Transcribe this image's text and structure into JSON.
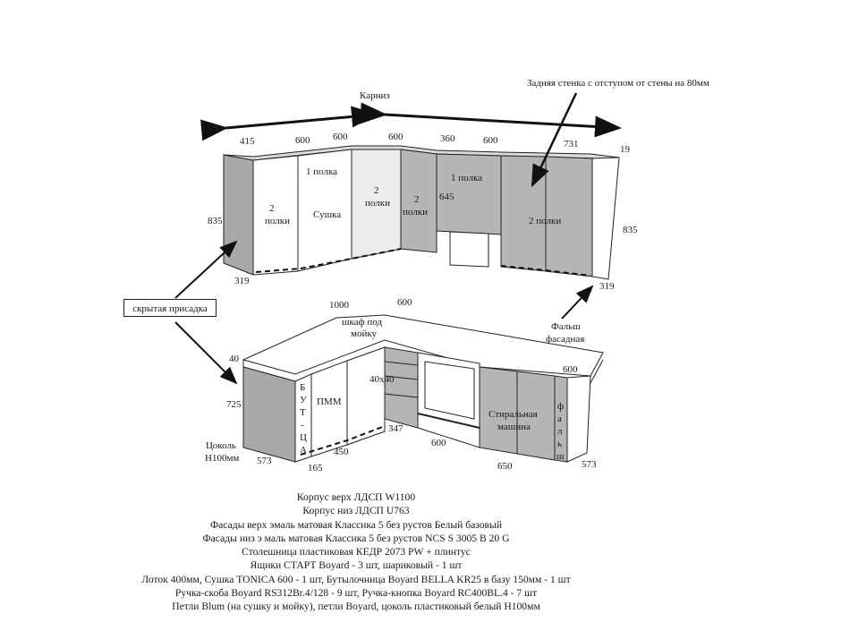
{
  "labels": {
    "cornice": "Карниз",
    "back_wall": "Задняя стенка с отступом от стены на 80мм",
    "hidden_mount": "скрытая присадка",
    "false_facade": [
      "Фальш",
      "фасадная"
    ],
    "plinth": [
      "Цоколь",
      "Н100мм"
    ],
    "upper": {
      "two_shelves_left": [
        "2",
        "полки"
      ],
      "one_shelf_dryer": "1 полка",
      "dryer": "Сушка",
      "two_shelves_corner": [
        "2",
        "полки"
      ],
      "two_shelves_mid": [
        "2",
        "полки"
      ],
      "one_shelf_right": "1 полка",
      "two_shelves_right": "2 полки"
    },
    "lower": {
      "sink_cabinet": [
        "шкаф под",
        "мойку"
      ],
      "bottle": [
        "Б",
        "У",
        "Т",
        "-",
        "Ц",
        "А"
      ],
      "dishwasher": "ПММ",
      "drawer_box": "40х40",
      "washing_machine": [
        "Стиральная",
        "машина"
      ],
      "filler": [
        "ф",
        "а",
        "л",
        "ь",
        "ш"
      ]
    }
  },
  "dimensions": {
    "top": [
      "415",
      "600",
      "600",
      "600",
      "360",
      "600",
      "731",
      "19"
    ],
    "upper_height_left": "835",
    "upper_height_right": "835",
    "upper_depth_left": "319",
    "upper_depth_right": "319",
    "hood_gap": "645",
    "base_1000": "1000",
    "base_600_top": "600",
    "countertop_40": "40",
    "base_height": "725",
    "base_depth_left": "573",
    "base_depth_right": "573",
    "base_600_right": "600",
    "bottle_w": "165",
    "pmm_w": "450",
    "drawer_h": "347",
    "oven_w": "600",
    "wm_w": "650",
    "plinth_100": "100"
  },
  "specs": [
    "Корпус верх ЛДСП W1100",
    "Корпус низ ЛДСП U763",
    "Фасады верх эмаль матовая Классика 5 без рустов Белый базовый",
    "Фасады низ э маль матовая Классика 5 без рустов NCS S 3005 В 20 G",
    "Столешница пластиковая  КЕДР 2073 PW + плинтус",
    "Ящики СТАРТ Boyard - 3 шт, шариковый - 1 шт",
    "Лоток 400мм, Сушка TONICA 600 - 1 шт, Бутылочница Boyard BELLA KR25 в базу 150мм - 1 шт",
    "Ручка-скоба Boyard RS312Br.4/128 - 9 шт, Ручка-кнопка Boyard RC400BL.4 - 7 шт",
    "Петли Blum (на сушку и мойку), петли Boyard, цоколь пластиковый белый Н100мм"
  ],
  "colors": {
    "side_panel": "#a9a9a9",
    "lower_facade": "#b5b5b5",
    "white_facade": "#ffffff",
    "light_facade": "#ececec"
  }
}
